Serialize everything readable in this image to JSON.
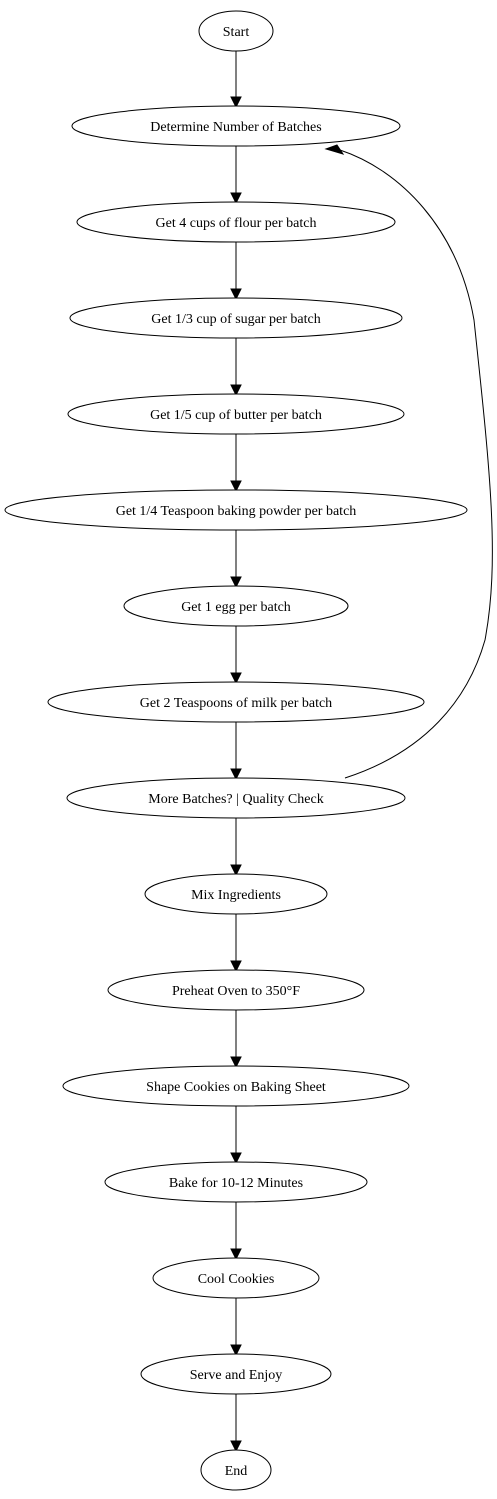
{
  "diagram": {
    "nodes": [
      {
        "id": "start",
        "label": "Start"
      },
      {
        "id": "n1",
        "label": "Determine Number of Batches"
      },
      {
        "id": "n2",
        "label": "Get 4 cups of flour per batch"
      },
      {
        "id": "n3",
        "label": "Get 1/3 cup of sugar per batch"
      },
      {
        "id": "n4",
        "label": "Get 1/5 cup of butter per batch"
      },
      {
        "id": "n5",
        "label": "Get 1/4 Teaspoon baking powder per batch"
      },
      {
        "id": "n6",
        "label": "Get 1 egg per batch"
      },
      {
        "id": "n7",
        "label": "Get 2 Teaspoons of milk per batch"
      },
      {
        "id": "n8",
        "label": "More Batches? | Quality Check"
      },
      {
        "id": "n9",
        "label": "Mix Ingredients"
      },
      {
        "id": "n10",
        "label": "Preheat Oven to 350°F"
      },
      {
        "id": "n11",
        "label": "Shape Cookies on Baking Sheet"
      },
      {
        "id": "n12",
        "label": "Bake for 10-12 Minutes"
      },
      {
        "id": "n13",
        "label": "Cool Cookies"
      },
      {
        "id": "n14",
        "label": "Serve and Enjoy"
      },
      {
        "id": "end",
        "label": "End"
      }
    ],
    "edges": [
      {
        "from": "start",
        "to": "n1"
      },
      {
        "from": "n1",
        "to": "n2"
      },
      {
        "from": "n2",
        "to": "n3"
      },
      {
        "from": "n3",
        "to": "n4"
      },
      {
        "from": "n4",
        "to": "n5"
      },
      {
        "from": "n5",
        "to": "n6"
      },
      {
        "from": "n6",
        "to": "n7"
      },
      {
        "from": "n7",
        "to": "n8"
      },
      {
        "from": "n8",
        "to": "n9"
      },
      {
        "from": "n8",
        "to": "n1"
      },
      {
        "from": "n9",
        "to": "n10"
      },
      {
        "from": "n10",
        "to": "n11"
      },
      {
        "from": "n11",
        "to": "n12"
      },
      {
        "from": "n12",
        "to": "n13"
      },
      {
        "from": "n13",
        "to": "n14"
      },
      {
        "from": "n14",
        "to": "end"
      }
    ]
  }
}
